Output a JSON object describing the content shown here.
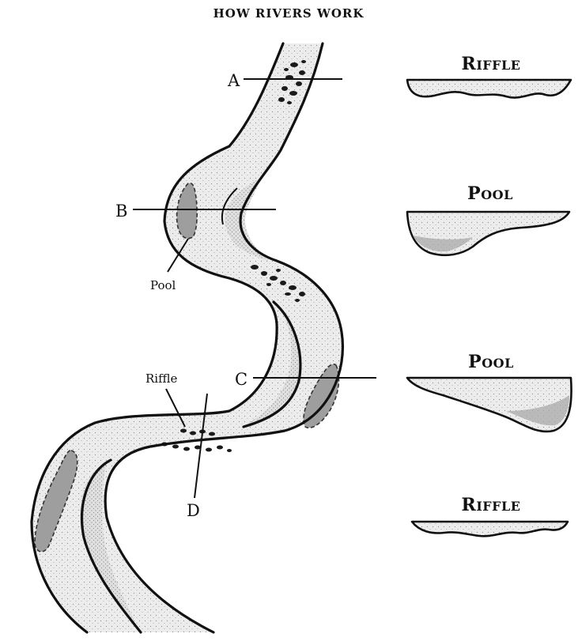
{
  "title": "HOW RIVERS WORK",
  "map_labels": {
    "a": "A",
    "b": "B",
    "c": "C",
    "d": "D",
    "pool_callout": "Pool",
    "riffle_callout": "Riffle"
  },
  "cross_sections": [
    {
      "first": "R",
      "rest": "IFFLE"
    },
    {
      "first": "P",
      "rest": "OOL"
    },
    {
      "first": "P",
      "rest": "OOL"
    },
    {
      "first": "R",
      "rest": "IFFLE"
    }
  ],
  "colors": {
    "water": "#e8e8e8",
    "deep_pool": "#9e9e9e",
    "ink": "#111111"
  }
}
